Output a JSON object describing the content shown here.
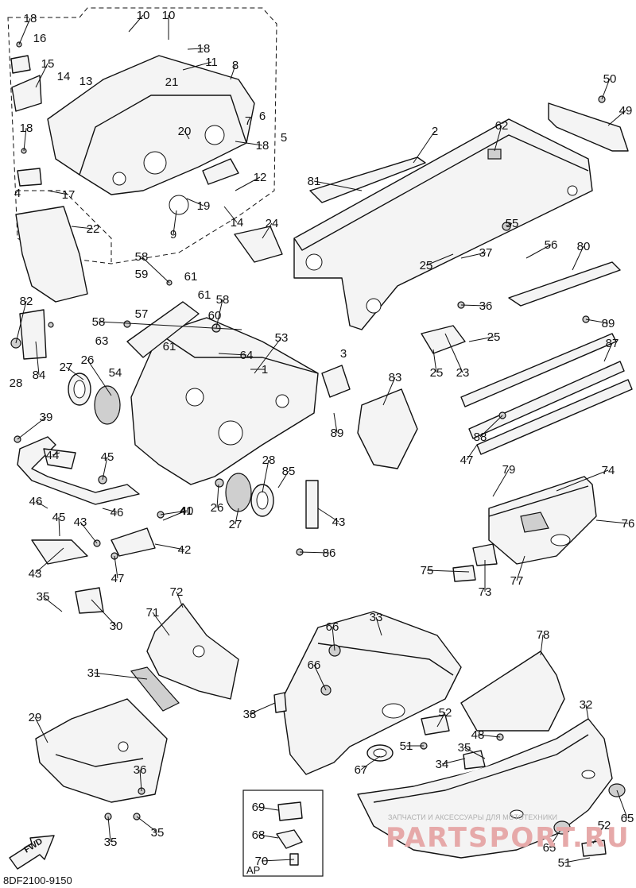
{
  "diagram": {
    "code": "8DF2100-9150",
    "ap_label": "AP",
    "fwd_label": "FWD",
    "watermark_line1": "ЗАПЧАСТИ И АКСЕССУАРЫ ДЛЯ МОТОТЕХНИКИ",
    "watermark_line2": "PARTSPORT.RU"
  },
  "callouts": [
    "18",
    "16",
    "15",
    "14",
    "13",
    "10",
    "10",
    "18",
    "11",
    "8",
    "21",
    "20",
    "6",
    "7",
    "18",
    "5",
    "12",
    "19",
    "14",
    "9",
    "18",
    "17",
    "4",
    "22",
    "24",
    "2",
    "62",
    "50",
    "49",
    "81",
    "55",
    "56",
    "25",
    "37",
    "80",
    "36",
    "89",
    "25",
    "87",
    "23",
    "25",
    "58",
    "59",
    "61",
    "61",
    "58",
    "57",
    "60",
    "58",
    "61",
    "63",
    "64",
    "1",
    "53",
    "3",
    "83",
    "82",
    "84",
    "28",
    "27",
    "26",
    "54",
    "89",
    "88",
    "47",
    "39",
    "44",
    "45",
    "46",
    "46",
    "45",
    "43",
    "40",
    "26",
    "27",
    "28",
    "85",
    "43",
    "41",
    "42",
    "43",
    "47",
    "86",
    "35",
    "30",
    "72",
    "71",
    "79",
    "74",
    "76",
    "75",
    "73",
    "77",
    "33",
    "66",
    "66",
    "78",
    "31",
    "38",
    "32",
    "52",
    "29",
    "48",
    "35",
    "51",
    "34",
    "67",
    "36",
    "69",
    "68",
    "35",
    "35",
    "70",
    "65",
    "65",
    "52",
    "51"
  ]
}
